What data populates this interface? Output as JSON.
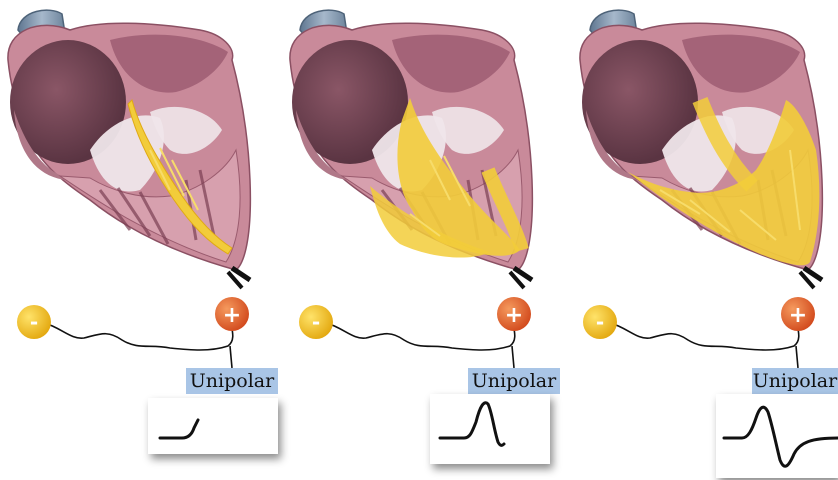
{
  "panels": [
    {
      "label": "Unipolar",
      "negative_symbol": "-",
      "positive_symbol": "+",
      "depolarization_stage": "early"
    },
    {
      "label": "Unipolar",
      "negative_symbol": "-",
      "positive_symbol": "+",
      "depolarization_stage": "mid"
    },
    {
      "label": "Unipolar",
      "negative_symbol": "-",
      "positive_symbol": "+",
      "depolarization_stage": "late"
    }
  ],
  "colors": {
    "myocardium": "#c98a9a",
    "chamber_dark": "#6e4352",
    "vessel_blue": "#7f96ad",
    "conduction_yellow": "#f2cc3a",
    "electrode_negative": "#f0c419",
    "electrode_positive": "#e0602a",
    "label_bg": "#a9c5e6"
  }
}
